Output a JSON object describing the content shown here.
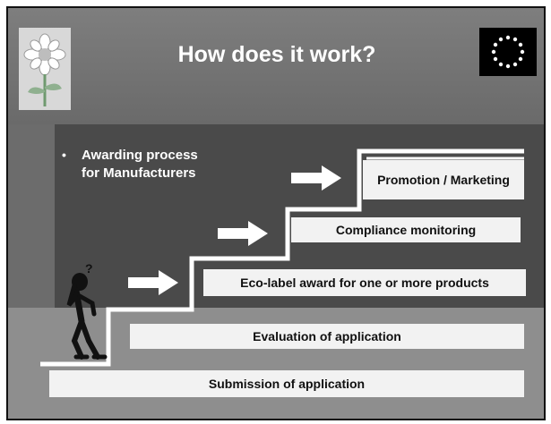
{
  "title": "How does it work?",
  "bullet": {
    "marker": "•",
    "text": "Awarding process for Manufacturers"
  },
  "steps": [
    {
      "label": "Submission of application"
    },
    {
      "label": "Evaluation of application"
    },
    {
      "label": "Eco-label award for one or more products"
    },
    {
      "label": "Compliance monitoring"
    },
    {
      "label": "Promotion / Marketing"
    }
  ],
  "figure_mark": "?",
  "colors": {
    "background": "#7a7a7a",
    "step_fill": "#f2f2f2",
    "text": "#ffffff"
  },
  "icons": [
    "eco-flower-logo-icon",
    "eu-stars-flag-icon",
    "right-arrow-icon",
    "thinking-person-icon"
  ]
}
